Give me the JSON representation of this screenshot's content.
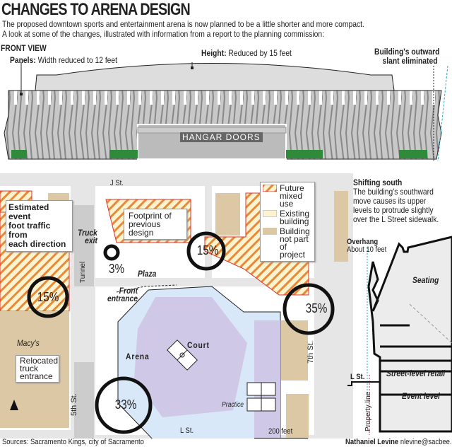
{
  "title": "CHANGES TO ARENA DESIGN",
  "subtitle": [
    "The proposed downtown sports and entertainment arena is now planned to be a little shorter and more compact.",
    "A look at some of the changes, illustrated with information from a report to the planning commission:"
  ],
  "front_view": {
    "heading": "FRONT VIEW",
    "height_label": "Height:",
    "height_text": "Reduced by 15 feet",
    "panels_label": "Panels:",
    "panels_text": "Width reduced to 12 feet",
    "slant_text": [
      "Building's outward",
      "slant eliminated"
    ],
    "hangar": "HANGAR DOORS"
  },
  "map": {
    "streets": {
      "j": "J St.",
      "l": "L St.",
      "fifth": "5th St.",
      "seventh": "7th St."
    },
    "callout_traffic": [
      "Estimated event",
      "foot traffic from",
      "each direction"
    ],
    "callout_footprint": [
      "Footprint of",
      "previous design"
    ],
    "callout_truck": [
      "Relocated",
      "truck",
      "entrance"
    ],
    "truck_exit": [
      "Truck",
      "exit"
    ],
    "tunnel": "Tunnel",
    "plaza": "Plaza",
    "front_entrance": [
      "Front",
      "entrance"
    ],
    "macys": "Macy's",
    "arena": "Arena",
    "court": "Court",
    "practice": "Practice",
    "scale": "200 feet",
    "traffic": {
      "west": "15%",
      "truck_exit": "3%",
      "north": "15%",
      "east": "35%",
      "south": "33%"
    },
    "legend": [
      {
        "label": [
          "Future",
          "mixed",
          "use"
        ]
      },
      {
        "label": [
          "Existing",
          "building"
        ]
      },
      {
        "label": [
          "Building",
          "not part",
          "of project"
        ]
      }
    ],
    "colors": {
      "hatch": "#e8893a",
      "existing": "#fdf3cf",
      "not_part": "#dcc8a4",
      "arena": "#d8e8f8",
      "court_area": "#cfc8e6"
    }
  },
  "section": {
    "heading": "Shifting south",
    "text": [
      "The building's southward",
      "move causes its upper",
      "levels to protrude slightly",
      "over the L Street sidewalk."
    ],
    "overhang": "Overhang",
    "overhang_size": "About 10 feet",
    "seating": "Seating",
    "retail": "Street-level retail",
    "event": "Event level",
    "lst": "L St.",
    "property": "Property line"
  },
  "footer": {
    "sources": "Sources: Sacramento Kings, city of Sacramento",
    "author": "Nathaniel Levine",
    "email": "nlevine@sacbee.com"
  }
}
